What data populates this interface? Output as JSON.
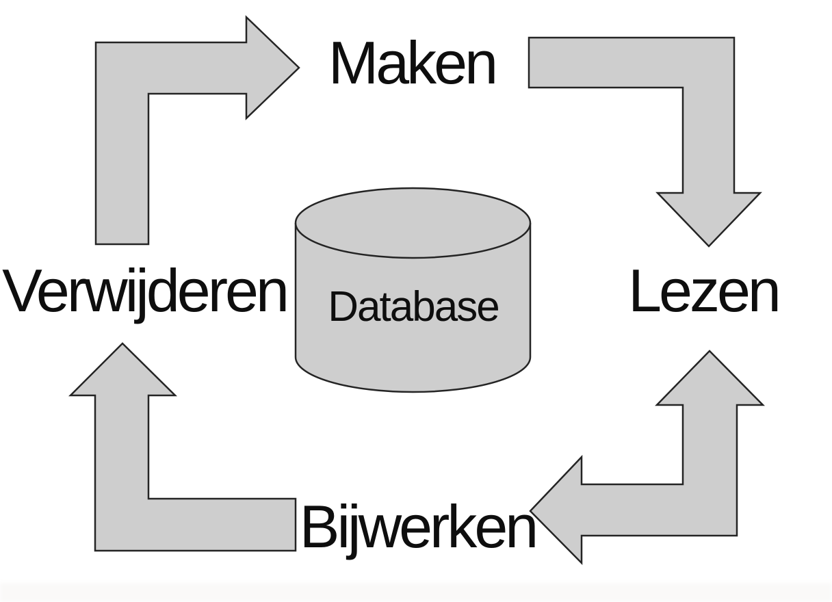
{
  "diagram": {
    "nodes": {
      "create": {
        "label": "Maken",
        "position": "top"
      },
      "read": {
        "label": "Lezen",
        "position": "right"
      },
      "update": {
        "label": "Bijwerken",
        "position": "bottom"
      },
      "delete": {
        "label": "Verwijderen",
        "position": "left"
      }
    },
    "database": {
      "label": "Database",
      "shape": "cylinder"
    },
    "edges": [
      {
        "from": "Verwijderen",
        "to": "Maken",
        "style": "elbow-arrow",
        "bidirectional": false
      },
      {
        "from": "Maken",
        "to": "Lezen",
        "style": "elbow-arrow",
        "bidirectional": false
      },
      {
        "from": "Lezen",
        "to": "Bijwerken",
        "style": "elbow-arrow",
        "bidirectional": true
      },
      {
        "from": "Bijwerken",
        "to": "Verwijderen",
        "style": "elbow-arrow",
        "bidirectional": false
      }
    ]
  },
  "colors": {
    "shape_fill": "#cecece",
    "shape_outline": "#242424",
    "text_color": "#0e0e0e",
    "bg": "#ffffff"
  }
}
